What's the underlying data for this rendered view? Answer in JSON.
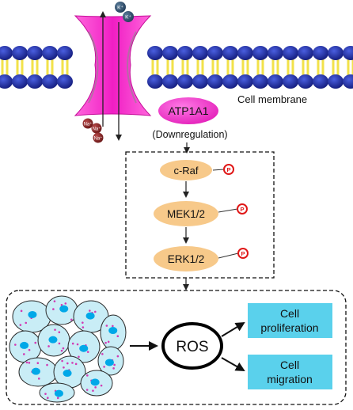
{
  "membrane": {
    "label": "Cell membrane",
    "head_color": "#1f2f9e",
    "tail_color": "#f2e24a"
  },
  "pump": {
    "name": "ATP1A1",
    "note": "(Downregulation)",
    "channel_color": "#ff3fd0",
    "k_ion": "K⁺",
    "na_ion": "Na⁺"
  },
  "pathway": {
    "proteins": [
      "c-Raf",
      "MEK1/2",
      "ERK1/2"
    ],
    "phospho_label": "P",
    "node_color": "#f7c98a"
  },
  "outcome": {
    "center": "ROS",
    "results": [
      {
        "line1": "Cell",
        "line2": "proliferation"
      },
      {
        "line1": "Cell",
        "line2": "migration"
      }
    ],
    "result_color": "#5ad1ec",
    "cell_color": "#c9edf6",
    "nucleus_color": "#00a8e8",
    "dot_color": "#d23bb4"
  }
}
